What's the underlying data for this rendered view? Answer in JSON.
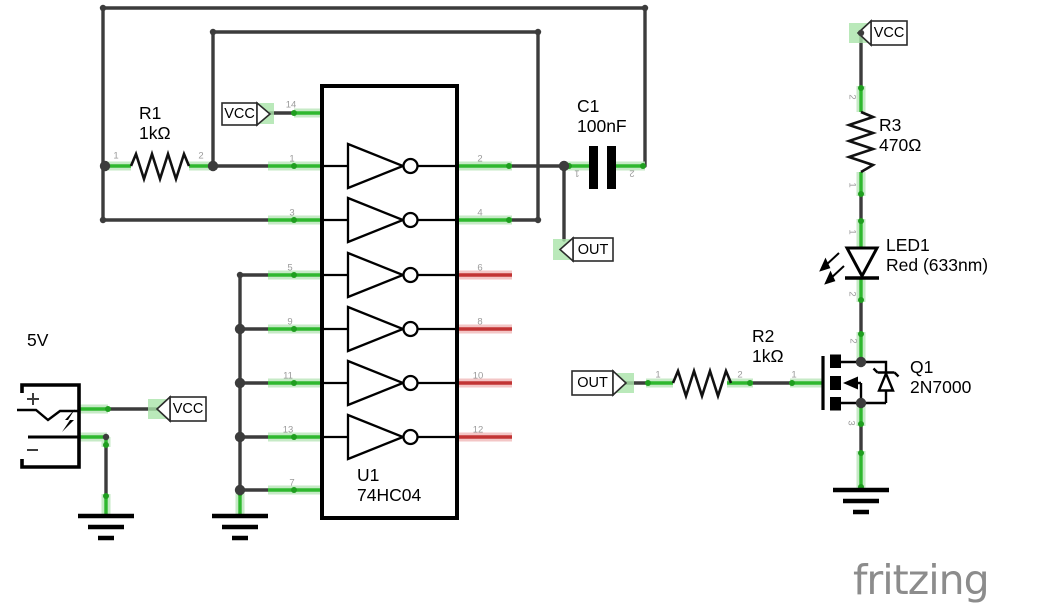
{
  "components": {
    "power_5v": {
      "label": "5V"
    },
    "r1": {
      "name": "R1",
      "value": "1kΩ",
      "pins": [
        "1",
        "2"
      ]
    },
    "u1": {
      "name": "U1",
      "value": "74HC04",
      "pins_left": [
        "14",
        "1",
        "3",
        "5",
        "9",
        "11",
        "13",
        "7"
      ],
      "pins_right": [
        "2",
        "4",
        "6",
        "8",
        "10",
        "12"
      ]
    },
    "c1": {
      "name": "C1",
      "value": "100nF",
      "pins": [
        "1",
        "2"
      ]
    },
    "r3": {
      "name": "R3",
      "value": "470Ω",
      "pins": [
        "2",
        "1"
      ]
    },
    "led1": {
      "name": "LED1",
      "value": "Red (633nm)",
      "pins": [
        "1",
        "2"
      ]
    },
    "r2": {
      "name": "R2",
      "value": "1kΩ",
      "pins": [
        "1",
        "2"
      ]
    },
    "q1": {
      "name": "Q1",
      "value": "2N7000",
      "pins": [
        "1",
        "2",
        "3"
      ]
    }
  },
  "net_flags": {
    "vcc": "VCC",
    "out": "OUT"
  },
  "logo": "fritzing",
  "colors": {
    "wire": "#3c3c3c",
    "connected_net": "#2eb82e",
    "unconnected_net": "#c23434",
    "net_highlight": "#a9e3a9",
    "pin_number": "#9b9b9b",
    "logo_gray": "#8c8c8c"
  }
}
